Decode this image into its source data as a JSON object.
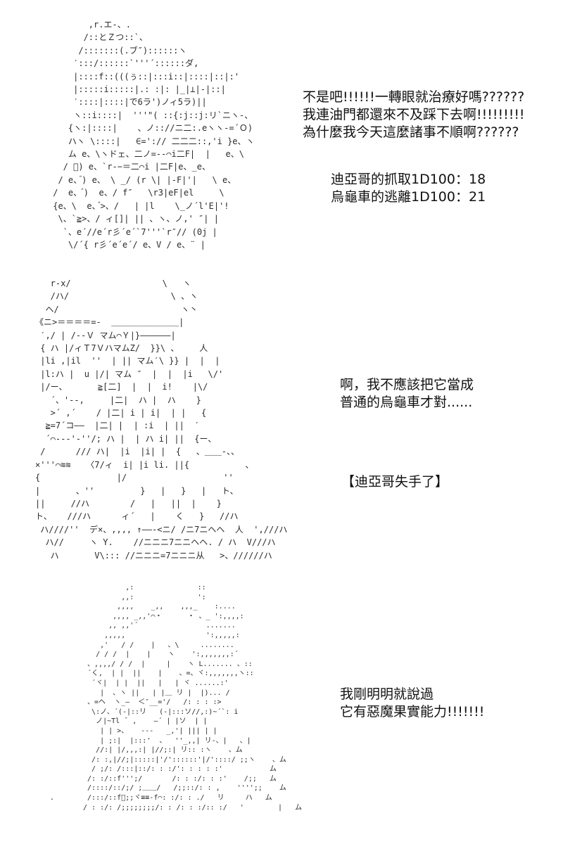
{
  "page": {
    "background": "#ffffff",
    "text_color": "#111111"
  },
  "panels": [
    {
      "name": "panel-dio-surprised",
      "aa_lines": [
        "        ,r.エ-、.",
        "       /::とＺつ::`、",
        "      /:::::::(.ブ″)::::::ヽ",
        "     ′:::/::::::`'''´::::::ダ,",
        "     |::::f::(((ぅ::|:::i::|::::|::|:'",
        "     |:::::i:::::|.: :|: |_|⊥|-|::|",
        "     ′::::|::::|で6ラ')ノィ5ラ)||",
        "     ヽ::i::::|  '''\"( ::{:j::j:リ`ニヽ-、",
        "    {ヽ:|::::|    、ノ:://ニ二:.eヽヽ-=´Ｏ)",
        "    ハヽ \\::::|   ∈=':// 二二二::,'i }e、ヽ",
        "    ム e、\\ヽドェ、二ノ=--⌒i二F|  |   e、\\",
        "   / ゙) e、`r-−＝二⌒i |二F|e、_e、",
        "  / e、゙) e、 \\ _/ (r \\| |-F|'|   \\ e、",
        " /  e、 ゙)  e、/ f″   \\r3|eF|el     \\",
        " {e、\\  e、゙>、/   | |l    \\_ノ´l'E|'!",
        "  \\、`≧>、/ ィ[]| || 、ヽ、ノ,' ″| |",
        "   `、e´//e´r彡´e´`7'''`r″// (0j |",
        "    \\/´{ r彡´e´e´/ e、V / e、¨ |"
      ],
      "dialogue": "不是吧!!!!!!一轉眼就治療好嗎??????\n我連油門都還來不及踩下去啊!!!!!!!!!\n為什麼我今天這麼諸事不順啊??????",
      "dice": "迪亞哥的抓取1D100：18\n烏龜車的逃離1D100：21"
    },
    {
      "name": "panel-dio-lunge",
      "aa_lines": [
        "   r-x/                  \\   ヽ",
        "   /ハ/                    \\ 、ヽ",
        "  ヘ/                        ヽ丶",
        "《ニ>＝＝＝＝=-  ＿＿＿＿＿＿＿＿|",
        " ′,/ | /--Ｖ マム⌒Ｙ|}――――――|",
        " { ハ |/ィＴ7ＶハマムZ/  }}\\ 、    人",
        " |li ,|il  ''  | || マム′\\ }} |  |  |",
        " |l:ハ |  u |/| マム ″  |  |  |i   \\/'",
        " |/ー、      ≧[二]  |  |  i!    |\\/",
        "   ´、'--,     |二|  ハ |  ハ    }",
        "   >´ ,´    / |二| i | i|  | |   {",
        "  ≧=7´コ――  |二| |  | :i  | ||  ′",
        "  ´⌒---'-''/; ハ |  | ハ i| ||  {ー、",
        " /      /// ハ|  |i  |i| |  {   、＿＿-、、",
        "×'''⌒≋≋   〈7/ィ  i| |i li. ||{           、",
        "{               |/                   ''",
        "|       、''         }   |   }   |   ト、",
        "||     //ハ        /   |   ||  |    }",
        "ト、   ///ハ      ィ´   |    く   }   //ハ",
        " ハ////''  デ×、,,,, ↑――-<ニ/ /ニ7ニヘヘ  人  ',///ハ",
        "  ハ//     ヽ Y.    //ニニニ7ニニヘヘ. / ハ  V///ハ",
        "   ハ       V\\::: //ニニニ=7ニニニ从   >、//////ハ"
      ],
      "dialogue": "啊，我不應該把它當成\n普通的烏龜車才對......",
      "caption": "【迪亞哥失手了】"
    },
    {
      "name": "panel-girl",
      "aa_lines": [
        "           ,:               ::",
        "          ,,:               ':",
        "         ,,,,    _,,    ,,,_    :....",
        "        ,,,, _,,'⌒・      ・ 、_ ':,,,,:",
        "       ,, ,,'´                .......",
        "      ,,,,,                   ':,,,,,:",
        "     ,'   / /    |   、\\     ........",
        "    / / /  |    |    ヽ    ':,,,,,,,:´",
        "  、,,,,/ / /  |     |    ヽ L....... 、::",
        "  ´く,  | |  ||    |    、=、ヾ:,,,,,,,ヽ::",
        "   ´ヾ|  | |  ||   |   | ヾ ......:'",
        "     |  、ヽ ||   | |＿ リ |  |)... /",
        "  、=ヘ  ヽ_―  ＜″__='/   /: : : :>",
        "   \\:ノ、´(-|::リ   (-|:::ソ//,:)~´`: i",
        "    ノ|~Tl ̄  ,    ―´ | |ソ  | |",
        "     | | >、   ---   _,'| ||| | |",
        "     | ;:|  |:::'  、  ''_,,| リ-、|   、|",
        "    //:| |/,,,:| |//;:| リ:: :ヽ    、ム",
        "   /: :,|//;|:::::|'/'::::::'|/'::::/ ;;ヽ    、ム",
        "   / ;/: /:::|::/: : :/': : : : :'           ム",
        "  /: :/::f''';/       /: : :/: : :'    /;;   ム",
        "  /::::/::/;/ ;＿＿/   /;;::/: : ,    '''';;    ム",
        "  /:::/::f゙;;ヾ≡≡-f⌒: :/: : ./   リ     ハ   ム",
        " / : :/: /;;;;;;;;/: : /: : :/:: :/   '        |   ム"
      ],
      "dialogue": "我剛明明就說過\n它有惡魔果實能力!!!!!!!"
    }
  ],
  "stray_dot": "."
}
